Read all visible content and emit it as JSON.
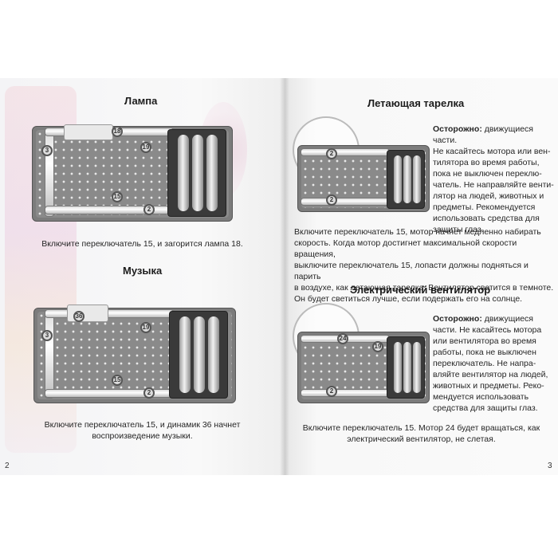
{
  "left_page": {
    "lamp": {
      "heading": "Лампа",
      "caption": "Включите переключатель 15, и загорится лампа 18."
    },
    "music": {
      "heading": "Музыка",
      "caption_line1": "Включите переключатель 15, и динамик 36 начнет",
      "caption_line2": "воспроизведение музыки."
    },
    "page_number": "2"
  },
  "right_page": {
    "flying_saucer": {
      "heading": "Летающая тарелка",
      "warning_label": "Осторожно:",
      "warning_lines": [
        " движущиеся части.",
        "Не касайтесь мотора или вен-",
        "тилятора во время работы,",
        "пока не выключен переклю-",
        "чатель. Не направляйте венти-",
        "лятор на людей, животных и",
        "предметы. Рекомендуется",
        "использовать средства для",
        "защиты глаз."
      ],
      "paragraph_lines": [
        "Включите переключатель 15, мотор начнет медленно набирать",
        "скорость. Когда мотор достигнет максимальной скорости вращения,",
        "выключите переключатель 15, лопасти должны подняться и парить",
        "в воздухе, как летающая тарелка. Вентилятор светится в темноте.",
        "Он будет светиться лучше, если подержать его на солнце."
      ]
    },
    "electric_fan": {
      "heading": "Электрический вентилятор",
      "warning_label": "Осторожно:",
      "warning_lines": [
        " движущиеся",
        "части. Не касайтесь мотора",
        "или вентилятора во время",
        "работы, пока не выключен",
        "переключатель. Не напра-",
        "вляйте вентилятор на людей,",
        "животных и предметы. Реко-",
        "мендуется использовать",
        "средства для защиты глаз."
      ],
      "caption_line1": "Включите переключатель 15. Мотор 24 будет вращаться, как",
      "caption_line2": "электрический вентилятор, не слетая."
    },
    "page_number": "3"
  },
  "board_labels": {
    "n2": "2",
    "n3": "3",
    "n15": "15",
    "n18": "18",
    "n19": "19",
    "n24": "24",
    "n36": "36"
  }
}
